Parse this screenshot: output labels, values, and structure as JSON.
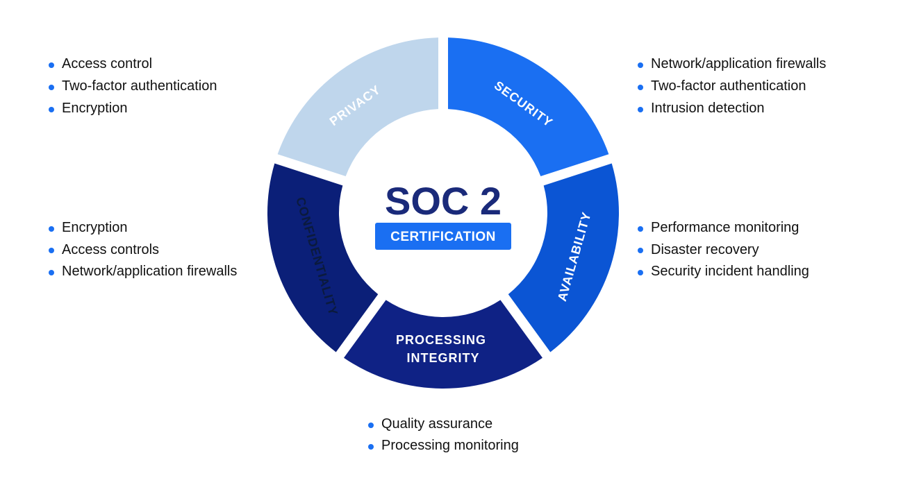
{
  "center": {
    "title": "SOC 2",
    "badge": "CERTIFICATION"
  },
  "segments": [
    {
      "key": "privacy",
      "label": "PRIVACY",
      "color": "#1a6ff2"
    },
    {
      "key": "security",
      "label": "SECURITY",
      "color": "#0b55d4"
    },
    {
      "key": "availability",
      "label": "AVAILABILITY",
      "color": "#0f2285"
    },
    {
      "key": "processing",
      "label_line1": "PROCESSING",
      "label_line2": "INTEGRITY",
      "color": "#0b1f78"
    },
    {
      "key": "confidentiality",
      "label": "CONFIDENTIALITY",
      "color": "#bfd6ec"
    }
  ],
  "lists": {
    "privacy": [
      "Access control",
      "Two-factor authentication",
      "Encryption"
    ],
    "security": [
      "Network/application firewalls",
      "Two-factor authentication",
      "Intrusion detection"
    ],
    "confidentiality": [
      "Encryption",
      "Access controls",
      "Network/application firewalls"
    ],
    "availability": [
      "Performance monitoring",
      "Disaster recovery",
      "Security incident handling"
    ],
    "processing": [
      "Quality assurance",
      "Processing monitoring"
    ]
  },
  "colors": {
    "bullet": "#1a6ff2",
    "center_title": "#1a2a7a",
    "badge_bg": "#1a6ff2"
  }
}
